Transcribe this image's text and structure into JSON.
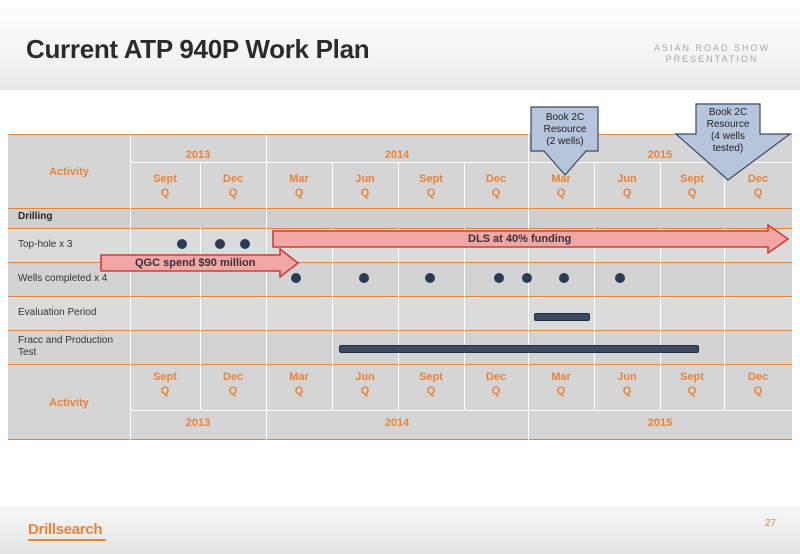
{
  "header": {
    "title": "Current ATP 940P Work Plan",
    "tagline_line1": "ASIAN ROAD SHOW",
    "tagline_line2": "PRESENTATION"
  },
  "table": {
    "activity_label": "Activity",
    "years": [
      "2013",
      "2014",
      "2015"
    ],
    "quarters": [
      {
        "month": "Sept",
        "q": "Q"
      },
      {
        "month": "Dec",
        "q": "Q"
      },
      {
        "month": "Mar",
        "q": "Q"
      },
      {
        "month": "Jun",
        "q": "Q"
      },
      {
        "month": "Sept",
        "q": "Q"
      },
      {
        "month": "Dec",
        "q": "Q"
      },
      {
        "month": "Mar",
        "q": "Q"
      },
      {
        "month": "Jun",
        "q": "Q"
      },
      {
        "month": "Sept",
        "q": "Q"
      },
      {
        "month": "Dec",
        "q": "Q"
      }
    ],
    "rows": {
      "drilling": "Drilling",
      "tophole": "Top-hole x 3",
      "wells": "Wells completed x 4",
      "evaluation": "Evaluation Period",
      "fracc_line1": "Fracc and Production",
      "fracc_line2": "Test"
    }
  },
  "annotations": {
    "dls": "DLS at 40% funding",
    "qgc": "QGC spend $90 million",
    "callout1": [
      "Book 2C",
      "Resource",
      "(2 wells)"
    ],
    "callout2": [
      "Book 2C",
      "Resource",
      "(4 wells",
      "tested)"
    ]
  },
  "footer": {
    "logo": "Drillsearch",
    "page": "27"
  },
  "colors": {
    "accent": "#e8833a",
    "marker": "#2b3a55",
    "arrow_fill": "#f2a6a6",
    "arrow_stroke": "#d83a3a",
    "callout_fill": "#b6c5dc"
  }
}
